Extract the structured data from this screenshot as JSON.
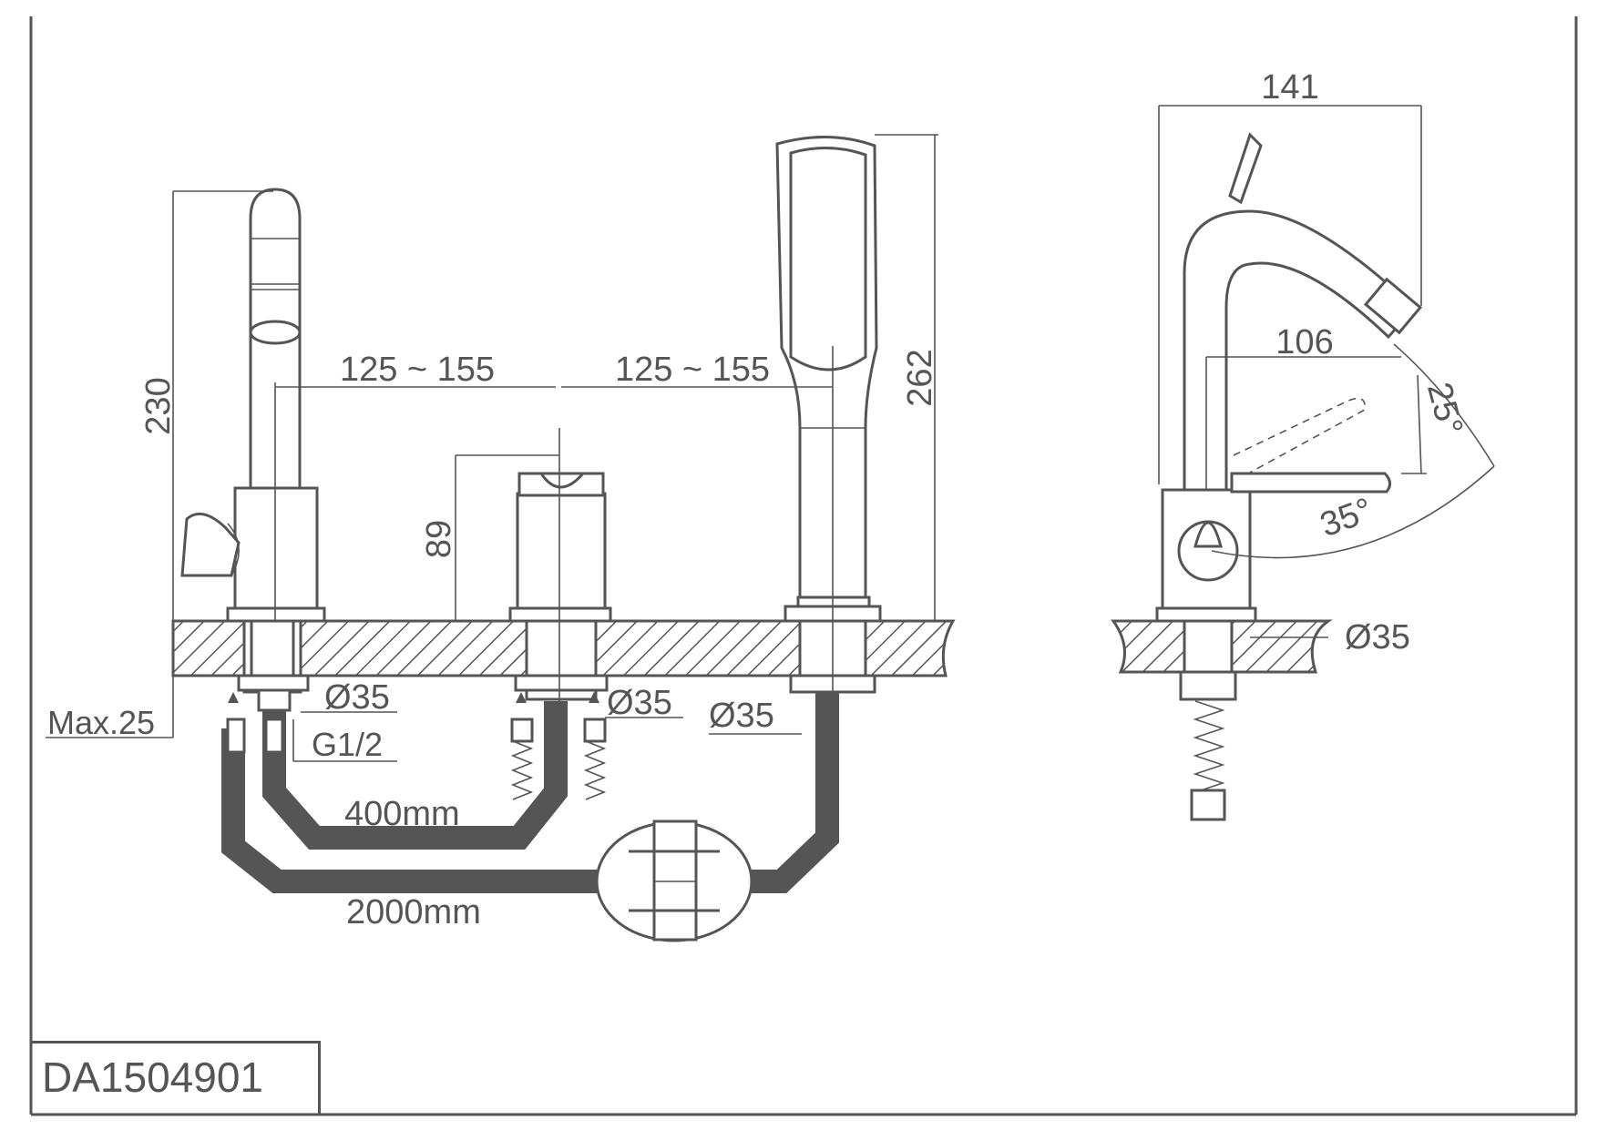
{
  "drawing": {
    "model_code": "DA1504901",
    "colors": {
      "line": "#555555",
      "background": "#ffffff"
    },
    "dimensions": {
      "spout_height": "230",
      "spacing_left": "125 ~ 155",
      "spacing_right": "125 ~ 155",
      "mixer_height": "89",
      "handshower_height": "262",
      "max_deck": "Max.25",
      "dia_left": "Ø35",
      "dia_middle": "Ø35",
      "dia_right": "Ø35",
      "thread": "G1/2",
      "hose_short": "400mm",
      "hose_long": "2000mm",
      "side_width": "141",
      "side_reach": "106",
      "angle_up": "25°",
      "angle_down": "35°",
      "dia_side": "Ø35"
    }
  }
}
